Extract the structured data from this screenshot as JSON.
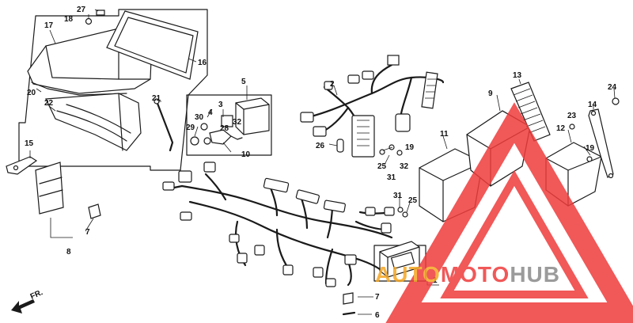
{
  "colors": {
    "ink": "#1a1a1a",
    "watermark_red": "#ef3b3b",
    "watermark_orange": "#f5a623",
    "watermark_gray": "#8a8a8a"
  },
  "callouts": [
    "1",
    "2",
    "3",
    "4",
    "5",
    "6",
    "7",
    "7",
    "8",
    "9",
    "10",
    "11",
    "12",
    "13",
    "14",
    "15",
    "16",
    "17",
    "18",
    "19",
    "19",
    "20",
    "21",
    "22",
    "23",
    "24",
    "25",
    "25",
    "26",
    "27",
    "28",
    "29",
    "30",
    "31",
    "31",
    "32",
    "32"
  ],
  "direction_marker": "FR.",
  "watermark": {
    "part1": "AUTO",
    "part2": "MOTO",
    "part3": "HUB"
  }
}
